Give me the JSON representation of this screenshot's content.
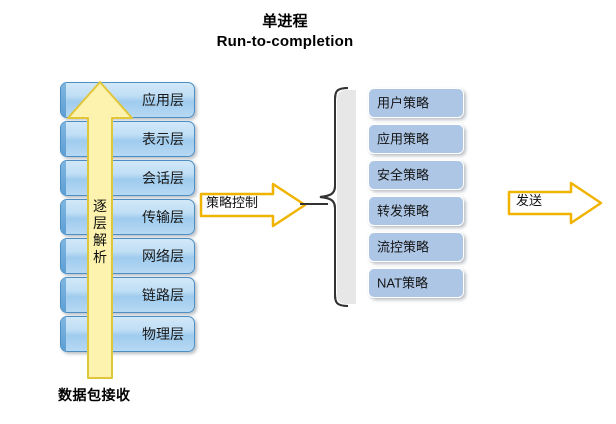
{
  "title": {
    "line1": "单进程",
    "line2": "Run-to-completion"
  },
  "osi_stack": {
    "name": "protocol-layer-stack",
    "layers": [
      {
        "label": "应用层"
      },
      {
        "label": "表示层"
      },
      {
        "label": "会话层"
      },
      {
        "label": "传输层"
      },
      {
        "label": "网络层"
      },
      {
        "label": "链路层"
      },
      {
        "label": "物理层"
      }
    ]
  },
  "up_arrow": {
    "label": "逐层解析",
    "chars": [
      "逐",
      "层",
      "解",
      "析"
    ],
    "color": "#fdf3ae",
    "border_color": "#e0c63a"
  },
  "bottom_label": "数据包接收",
  "mid_arrow": {
    "label": "策略控制",
    "fill": "#ffffff",
    "border_color": "#f0b400"
  },
  "policy_stack": {
    "name": "policy-stack",
    "items": [
      {
        "label": "用户策略"
      },
      {
        "label": "应用策略"
      },
      {
        "label": "安全策略"
      },
      {
        "label": "转发策略"
      },
      {
        "label": "流控策略"
      },
      {
        "label": "NAT策略"
      }
    ],
    "box_color": "#adc6e5"
  },
  "send_arrow": {
    "label": "发送",
    "fill": "#ffffff",
    "border_color": "#f0b400"
  },
  "colors": {
    "layer_box_border": "#4d8fc4",
    "layer_box_fill": "#bfdef5",
    "brace_stroke": "#333333",
    "brace_fill": "#e6e6e6"
  }
}
